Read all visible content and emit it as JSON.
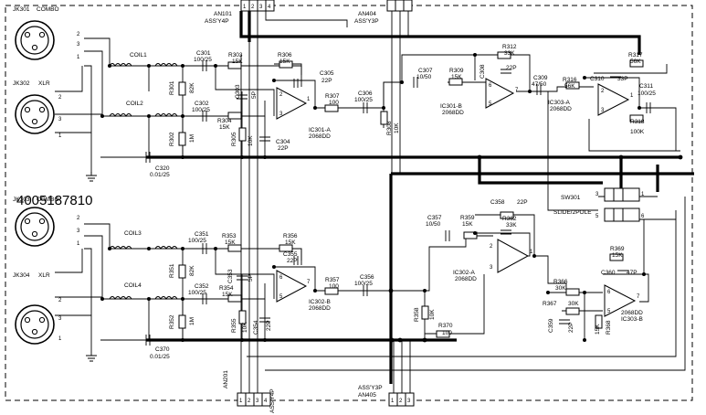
{
  "part_number": "4005187810",
  "connectors": [
    {
      "id": "jk301",
      "ref": "JK301",
      "type": "COMBO"
    },
    {
      "id": "jk302",
      "ref": "JK302",
      "type": "XLR"
    },
    {
      "id": "jk303",
      "ref": "JK303",
      "type": "COMBO"
    },
    {
      "id": "jk304",
      "ref": "JK304",
      "type": "XLR"
    }
  ],
  "headers": [
    {
      "ref": "AN101",
      "assy": "ASS'Y4P"
    },
    {
      "ref": "AN404",
      "assy": "ASS'Y3P"
    },
    {
      "ref": "AN201",
      "assy": "ASS'Y4P"
    },
    {
      "ref": "AN405",
      "assy": "ASS'Y3P"
    }
  ],
  "header_pins": [
    "1",
    "2",
    "3",
    "4"
  ],
  "coils": [
    "COIL1",
    "COIL2",
    "COIL3",
    "COIL4"
  ],
  "labels": {
    "c301": "C301",
    "c301v": "100/25",
    "c302": "C302",
    "c302v": "100/25",
    "r303": "R303",
    "r303v": "15K",
    "r304": "R304",
    "r304v": "15K",
    "r301": "R301",
    "r301v": "82K",
    "r302": "R302",
    "r302v": "1M",
    "c303": "C303",
    "c303v": "5P",
    "r305": "R305",
    "r305v": "10K",
    "r306": "R306",
    "r306v": "15K",
    "c305": "C305",
    "c305v": "22P",
    "c304": "C304",
    "c304v": "22P",
    "r307": "R307",
    "r307v": "100",
    "c306": "C306",
    "c306v": "100/25",
    "ic301a": "IC301-A",
    "ic301av": "2068DD",
    "c320": "C320",
    "c320v": "0.01/25",
    "r308": "R308",
    "r308v": "10K",
    "c307": "C307",
    "c307v": "10/50",
    "r309": "R309",
    "r309v": "15K",
    "r312": "R312",
    "r312v": "33K",
    "c308": "C308",
    "c308v": "22P",
    "ic301b": "IC301-B",
    "ic301bv": "2068DD",
    "c309": "C309",
    "c309v": "47/50",
    "r316": "R316",
    "r316v": "56K",
    "ic303a": "IC303-A",
    "ic303av": "2068DD",
    "r317": "R317",
    "r317v": "56K",
    "c310": "C310",
    "c310v": "33P",
    "c311": "C311",
    "c311v": "100/25",
    "r318": "R318",
    "r318v": "100K",
    "c351": "C351",
    "c351v": "100/25",
    "c352": "C352",
    "c352v": "100/25",
    "r353": "R353",
    "r353v": "15K",
    "r354": "R354",
    "r354v": "15K",
    "r351": "R351",
    "r351v": "82K",
    "r352": "R352",
    "r352v": "1M",
    "c353": "C353",
    "c353v": "5P",
    "r355": "R355",
    "r355v": "10K",
    "r356": "R356",
    "r356v": "15K",
    "c355": "C355",
    "c355v": "22P",
    "c354": "C354",
    "c354v": "22P",
    "r357": "R357",
    "r357v": "100",
    "c356": "C356",
    "c356v": "100/25",
    "ic302b": "IC302-B",
    "ic302bv": "2068DD",
    "c370": "C370",
    "c370v": "0.01/25",
    "r358": "R358",
    "r358v": "10K",
    "r370": "R370",
    "r370v": "100",
    "c357": "C357",
    "c357v": "10/50",
    "r359": "R359",
    "r359v": "15K",
    "r362": "R362",
    "r362v": "33K",
    "c358": "C358",
    "c358v": "22P",
    "ic302a": "IC302-A",
    "ic302av": "2068DD",
    "sw301": "SW301",
    "sw301v": "SLIDE/2POLE",
    "r369": "R369",
    "r369v": "15K",
    "c360": "C360",
    "c360v": "47P",
    "r366": "R366",
    "r366v": "30K",
    "r367": "R367",
    "r367v": "30K",
    "c359": "C359",
    "c359v": "22P",
    "r368": "R368",
    "r368v": "15K",
    "ic303b": "IC303-B",
    "ic303bv": "2068DD"
  }
}
